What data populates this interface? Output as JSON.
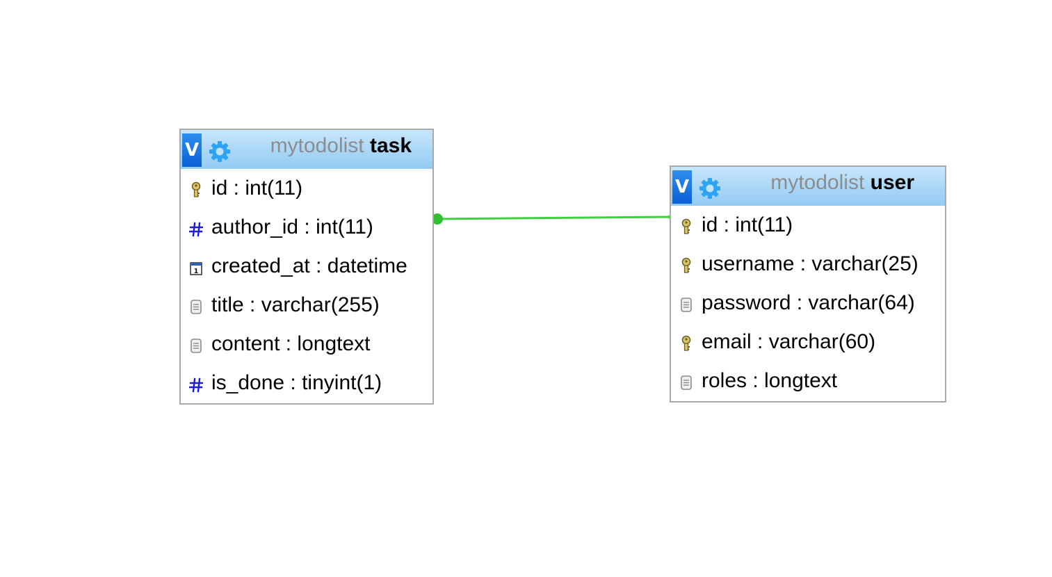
{
  "colors": {
    "header_gradient_top": "#c9e6fb",
    "header_gradient_bottom": "#94cbf3",
    "toggle_blue": "#0a5fd6",
    "gear_blue": "#2fa3f3",
    "relation_green": "#3fcf3f",
    "border_gray": "#a9a9a9",
    "db_name_gray": "#8c8c8c"
  },
  "tables": {
    "task": {
      "toggle_label": "V",
      "db": "mytodolist",
      "name": "task",
      "columns": [
        {
          "text": "id : int(11)",
          "icon": "key-icon"
        },
        {
          "text": "author_id : int(11)",
          "icon": "hash-icon"
        },
        {
          "text": "created_at : datetime",
          "icon": "calendar-icon"
        },
        {
          "text": "title : varchar(255)",
          "icon": "text-field-icon"
        },
        {
          "text": "content : longtext",
          "icon": "text-field-icon"
        },
        {
          "text": "is_done : tinyint(1)",
          "icon": "hash-icon"
        }
      ]
    },
    "user": {
      "toggle_label": "V",
      "db": "mytodolist",
      "name": "user",
      "columns": [
        {
          "text": "id : int(11)",
          "icon": "key-icon"
        },
        {
          "text": "username : varchar(25)",
          "icon": "key-icon"
        },
        {
          "text": "password : varchar(64)",
          "icon": "text-field-icon"
        },
        {
          "text": "email : varchar(60)",
          "icon": "key-icon"
        },
        {
          "text": "roles : longtext",
          "icon": "text-field-icon"
        }
      ]
    }
  },
  "relations": [
    {
      "from": "task.author_id",
      "to": "user.id"
    }
  ]
}
